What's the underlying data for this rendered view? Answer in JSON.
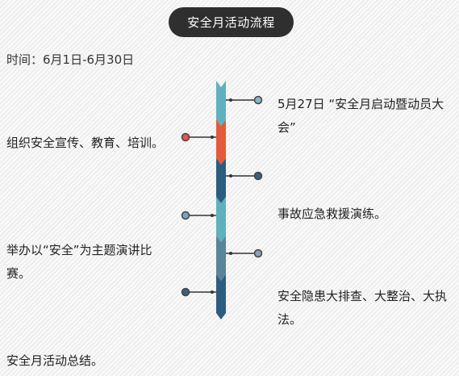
{
  "header": {
    "title": "安全月活动流程"
  },
  "time": {
    "label": "时间：6月1日-6月30日"
  },
  "events": [
    {
      "text": "5月27日 “安全月启动暨动员大会”"
    },
    {
      "text": "组织安全宣传、教育、培训。"
    },
    {
      "text": "事故应急救援演练。"
    },
    {
      "text": "举办以“安全”为主题演讲比赛。"
    },
    {
      "text": "安全隐患大排查、大整治、大执法。"
    },
    {
      "text": "安全月活动总结。"
    }
  ],
  "colors": {
    "segments": [
      "#5fb0be",
      "#e55a3c",
      "#2c5d80",
      "#5fb0be",
      "#5a8598",
      "#2c5d80"
    ],
    "markers": [
      "#8ab4c4",
      "#e05a4a",
      "#3d5f7a",
      "#7aa5b8",
      "#8aa3b3",
      "#3d5f7a"
    ]
  }
}
